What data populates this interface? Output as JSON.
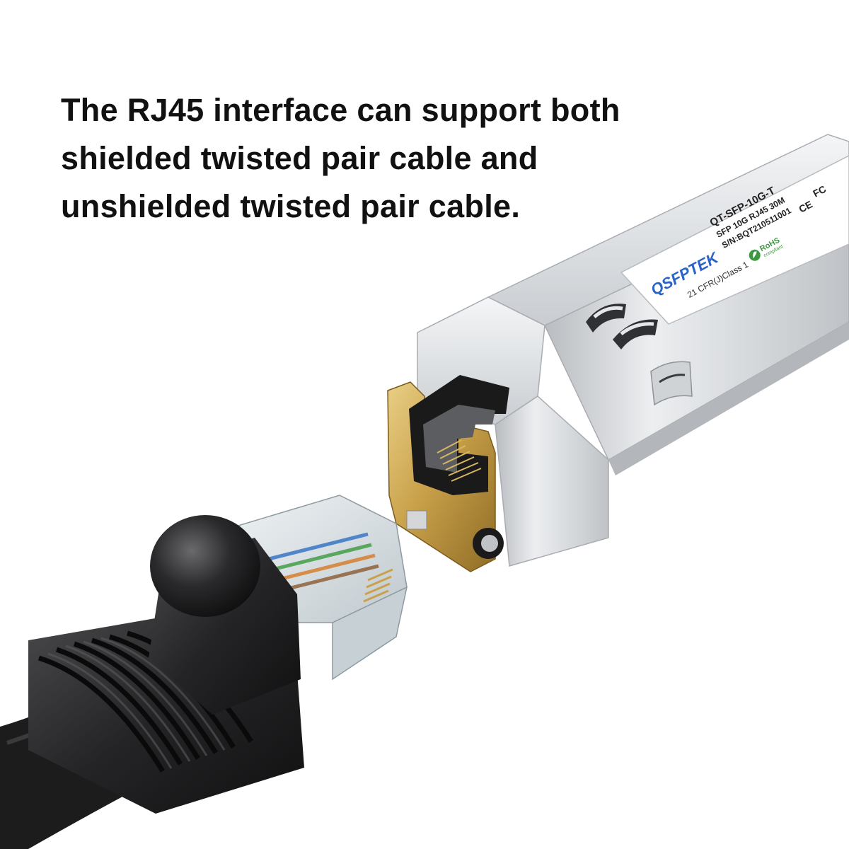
{
  "headline": {
    "line1": "The RJ45 interface can support both",
    "line2": "shielded twisted pair cable and",
    "line3": "unshielded twisted pair cable."
  },
  "module_label": {
    "brand": "QSFPTEK",
    "model": "QT-SFP-10G-T",
    "spec": "SFP 10G RJ45 30M",
    "serial": "S/N:BQT210511001",
    "laser_class": "21 CFR(J)Class 1",
    "rohs_main": "RoHS",
    "rohs_sub": "compliant",
    "ce_mark": "CE",
    "fcc_mark": "FC"
  },
  "colors": {
    "brand_blue": "#2a63c7",
    "rohs_green": "#3b9a3f",
    "gold": "#c9a14a",
    "cable_black": "#1c1c1c"
  }
}
